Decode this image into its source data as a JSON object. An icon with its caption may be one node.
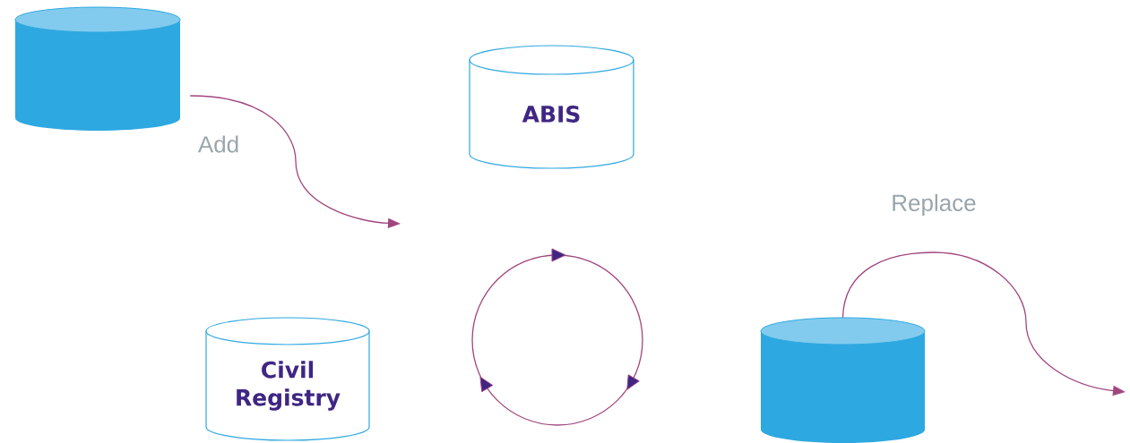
{
  "diagram": {
    "nodes": [
      {
        "text": [],
        "shape": "cylinder"
      },
      {
        "text": [
          "ABIS"
        ]
      },
      {
        "text": [
          "Civil Registry"
        ]
      },
      {
        "text": [],
        "shape": "cylinder"
      }
    ],
    "edges": [
      {
        "from": 0,
        "to": null,
        "arrow": "to",
        "label": "Add"
      },
      {
        "from": 3,
        "to": null,
        "arrow": "to",
        "label": "Replace"
      }
    ]
  }
}
